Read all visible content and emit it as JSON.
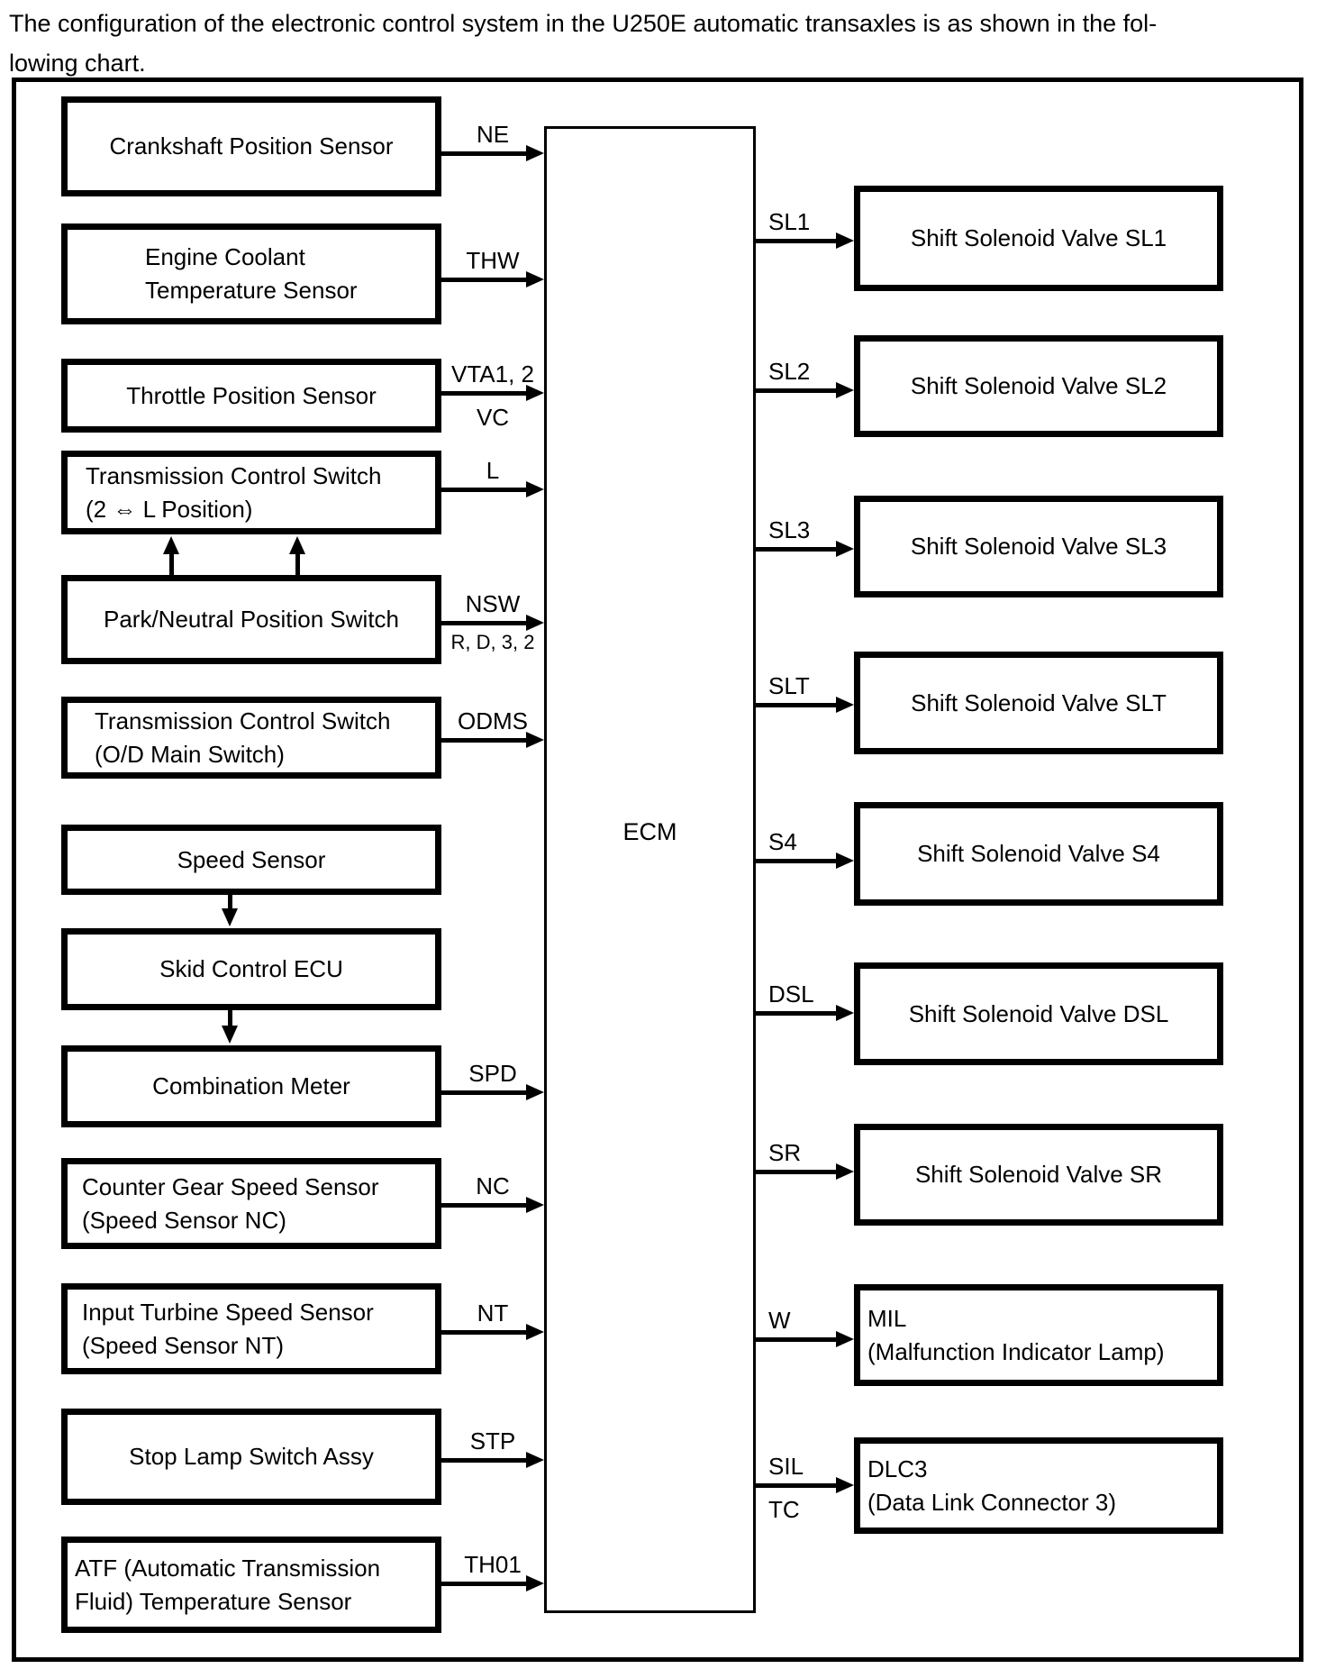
{
  "header": {
    "line1": "The configuration of the electronic control system in the U250E automatic transaxles is as shown in the fol-",
    "line2": "lowing chart."
  },
  "diagram": {
    "ecm_label": "ECM",
    "colors": {
      "ink": "#000000",
      "background": "#ffffff"
    },
    "left_nodes": [
      {
        "lines": [
          "Crankshaft Position Sensor"
        ],
        "signal": "NE"
      },
      {
        "lines": [
          "Engine Coolant",
          "Temperature Sensor"
        ],
        "signal": "THW"
      },
      {
        "lines": [
          "Throttle Position Sensor"
        ],
        "signal": "VTA1, 2",
        "signal_below": "VC"
      },
      {
        "lines": [
          "Transmission Control Switch",
          "(2 ⇔ L Position)"
        ],
        "signal": "L"
      },
      {
        "lines": [
          "Park/Neutral Position Switch"
        ],
        "signal": "NSW",
        "signal_below_small": "R, D, 3, 2"
      },
      {
        "lines": [
          "Transmission Control Switch",
          "(O/D Main Switch)"
        ],
        "signal": "ODMS"
      },
      {
        "lines": [
          "Speed Sensor"
        ]
      },
      {
        "lines": [
          "Skid Control ECU"
        ]
      },
      {
        "lines": [
          "Combination Meter"
        ],
        "signal": "SPD"
      },
      {
        "lines": [
          "Counter Gear Speed Sensor",
          "(Speed Sensor NC)"
        ],
        "signal": "NC"
      },
      {
        "lines": [
          "Input Turbine Speed Sensor",
          "(Speed Sensor NT)"
        ],
        "signal": "NT"
      },
      {
        "lines": [
          "Stop Lamp Switch Assy"
        ],
        "signal": "STP"
      },
      {
        "lines": [
          "ATF (Automatic Transmission",
          "Fluid) Temperature Sensor"
        ],
        "signal": "TH01"
      }
    ],
    "right_nodes": [
      {
        "lines": [
          "Shift Solenoid Valve SL1"
        ],
        "signal": "SL1"
      },
      {
        "lines": [
          "Shift Solenoid Valve SL2"
        ],
        "signal": "SL2"
      },
      {
        "lines": [
          "Shift Solenoid Valve SL3"
        ],
        "signal": "SL3"
      },
      {
        "lines": [
          "Shift Solenoid Valve SLT"
        ],
        "signal": "SLT"
      },
      {
        "lines": [
          "Shift Solenoid Valve S4"
        ],
        "signal": "S4"
      },
      {
        "lines": [
          "Shift Solenoid Valve DSL"
        ],
        "signal": "DSL"
      },
      {
        "lines": [
          "Shift Solenoid Valve SR"
        ],
        "signal": "SR"
      },
      {
        "lines": [
          "MIL",
          "(Malfunction Indicator Lamp)"
        ],
        "signal": "W"
      },
      {
        "lines": [
          "DLC3",
          "(Data Link Connector 3)"
        ],
        "signal": "SIL",
        "signal_below": "TC"
      }
    ]
  }
}
